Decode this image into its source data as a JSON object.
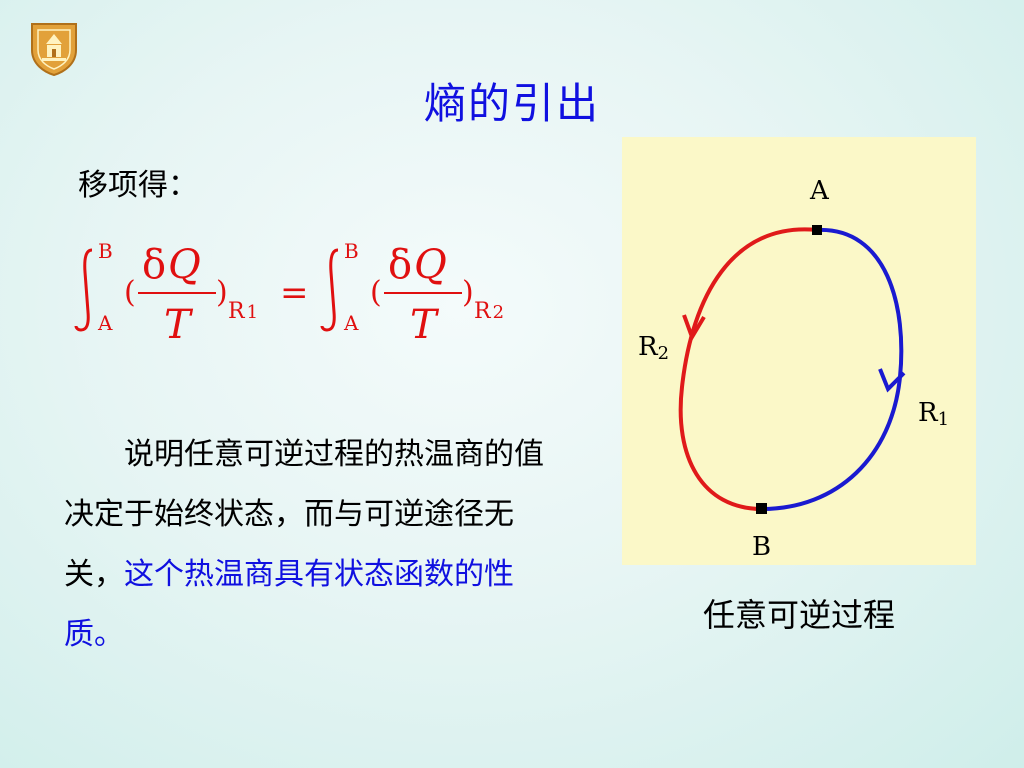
{
  "title": "熵的引出",
  "intro": "移项得：",
  "formula": {
    "upper_limit": "B",
    "lower_limit": "A",
    "numerator_delta": "δ",
    "numerator_q": "Q",
    "denominator": "T",
    "path1_letter": "R",
    "path1_sub": "1",
    "path2_letter": "R",
    "path2_sub": "2",
    "equals": "="
  },
  "paragraph": {
    "part1": "说明任意可逆过程的热温商的值决定于始终状态，而与可逆途径无关，",
    "part2": "这个热温商具有状态函数的性质。"
  },
  "diagram": {
    "point_a": "A",
    "point_b": "B",
    "path_r1": "R",
    "path_r1_sub": "1",
    "path_r2": "R",
    "path_r2_sub": "2",
    "color_r1": "#1a1ad0",
    "color_r2": "#e01a1a",
    "background": "#fbf8c8"
  },
  "caption": "任意可逆过程",
  "colors": {
    "title": "#1010e0",
    "formula": "#e01010",
    "highlight": "#1010e0"
  }
}
